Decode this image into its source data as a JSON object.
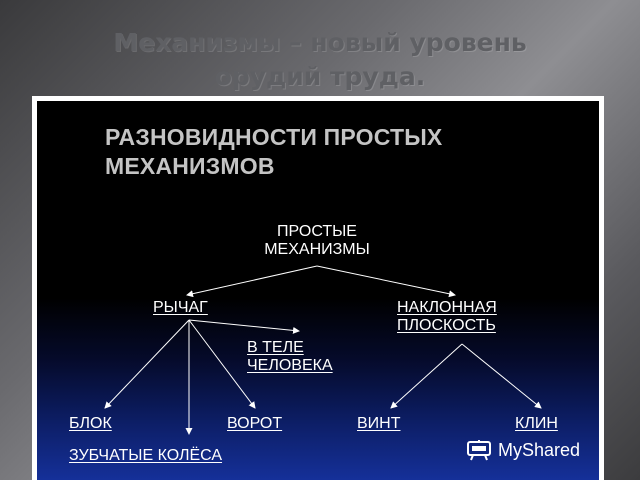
{
  "slide": {
    "title_line1": "Механизмы – новый уровень",
    "title_line2": "орудий труда."
  },
  "diagram": {
    "heading_line1": "РАЗНОВИДНОСТИ ПРОСТЫХ",
    "heading_line2": "МЕХАНИЗМОВ",
    "root_line1": "ПРОСТЫЕ",
    "root_line2": "МЕХАНИЗМЫ",
    "lever": "РЫЧАГ",
    "inclined_line1": "НАКЛОННАЯ",
    "inclined_line2": "ПЛОСКОСТЬ",
    "body_line1": "В ТЕЛЕ",
    "body_line2": "ЧЕЛОВЕКА",
    "block": "БЛОК",
    "windlass": "ВОРОТ",
    "screw": "ВИНТ",
    "wedge": "КЛИН",
    "gears": "ЗУБЧАТЫЕ КОЛЁСА"
  },
  "watermark": {
    "brand": "MyShared",
    "icon": "myshared-logo-icon"
  },
  "colors": {
    "background_gray": "#6a6a6e",
    "title_gray": "#5f6064",
    "panel_frame": "#ffffff",
    "panel_top": "#000000",
    "panel_bottom": "#153099",
    "heading_text": "#c4c4c4",
    "diagram_text": "#ffffff"
  }
}
